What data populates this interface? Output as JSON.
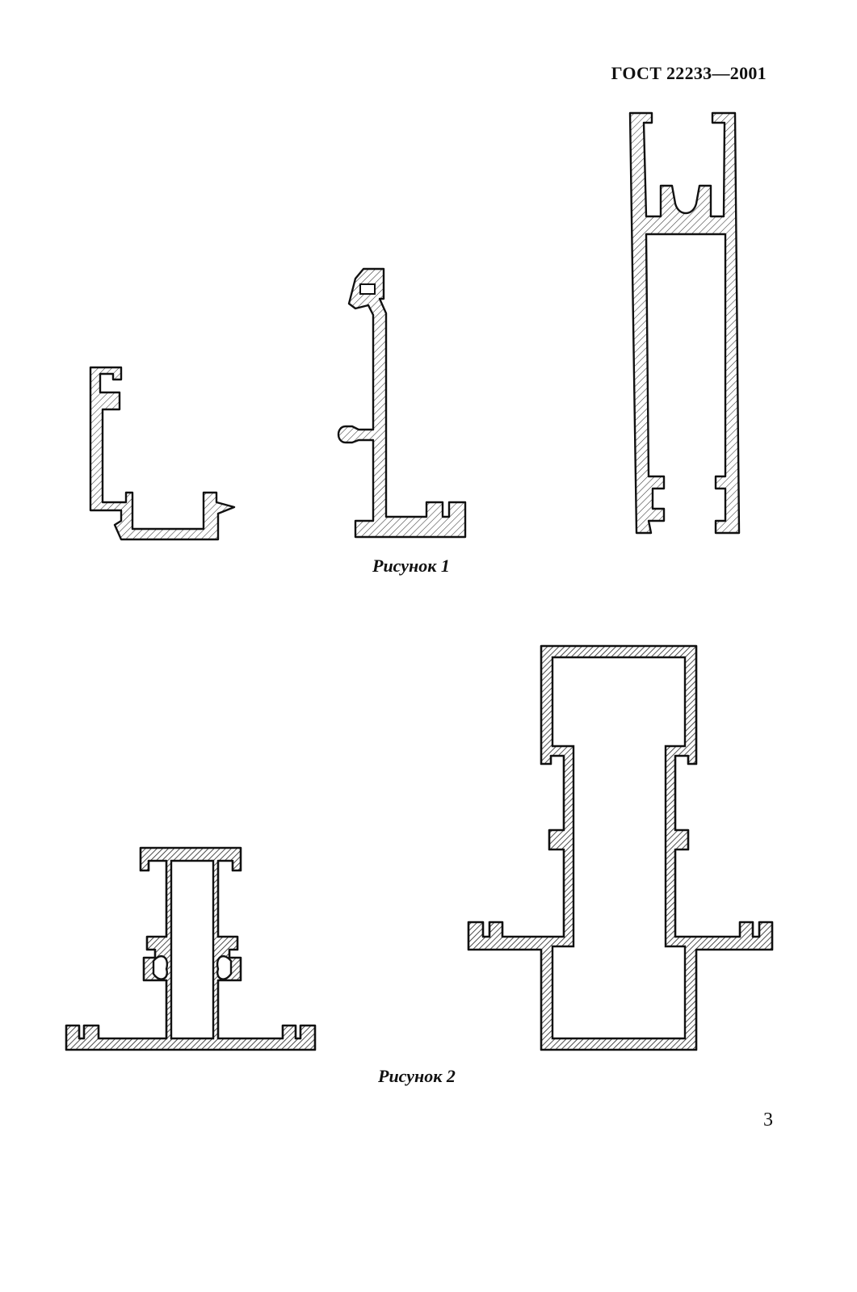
{
  "header": {
    "standard": "ГОСТ 22233—2001"
  },
  "figures": [
    {
      "caption": "Рисунок 1"
    },
    {
      "caption": "Рисунок 2"
    }
  ],
  "page": {
    "number": "3"
  }
}
